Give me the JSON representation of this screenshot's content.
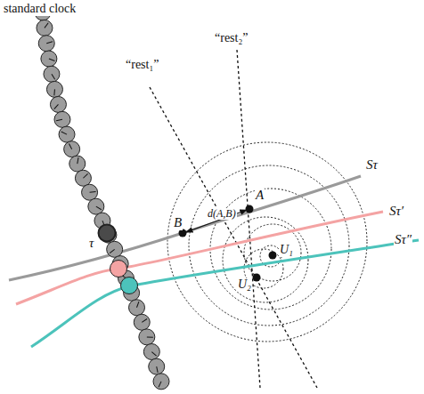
{
  "diagram": {
    "labels": [
      "standard clock",
      "“rest₁”",
      "“rest₂”",
      "Sτ",
      "Sτ′",
      "Sτ″",
      "τ",
      "A",
      "B",
      "d(A,B)",
      "U₁",
      "U₂"
    ]
  }
}
